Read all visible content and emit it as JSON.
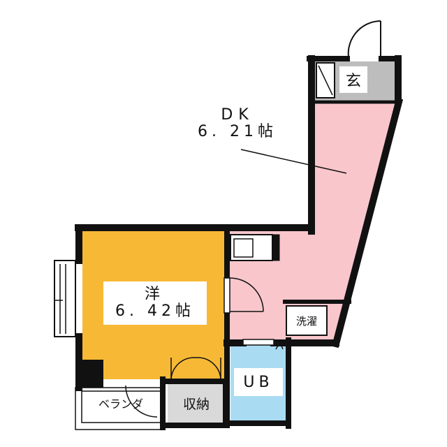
{
  "floorplan": {
    "rooms": {
      "dk": {
        "name": "DK",
        "area": "6. 21帖",
        "color": "#f9c6cc"
      },
      "western": {
        "name": "洋",
        "area": "6. 42帖",
        "color": "#f7b935"
      },
      "bath": {
        "name": "UB",
        "color": "#a9dcf3"
      },
      "entrance": {
        "name": "玄",
        "color": "#bdbdbd"
      },
      "storage": {
        "name": "収納"
      },
      "balcony": {
        "name": "ベランダ"
      },
      "laundry": {
        "name": "洗濯"
      }
    },
    "wall_color": "#111111"
  }
}
